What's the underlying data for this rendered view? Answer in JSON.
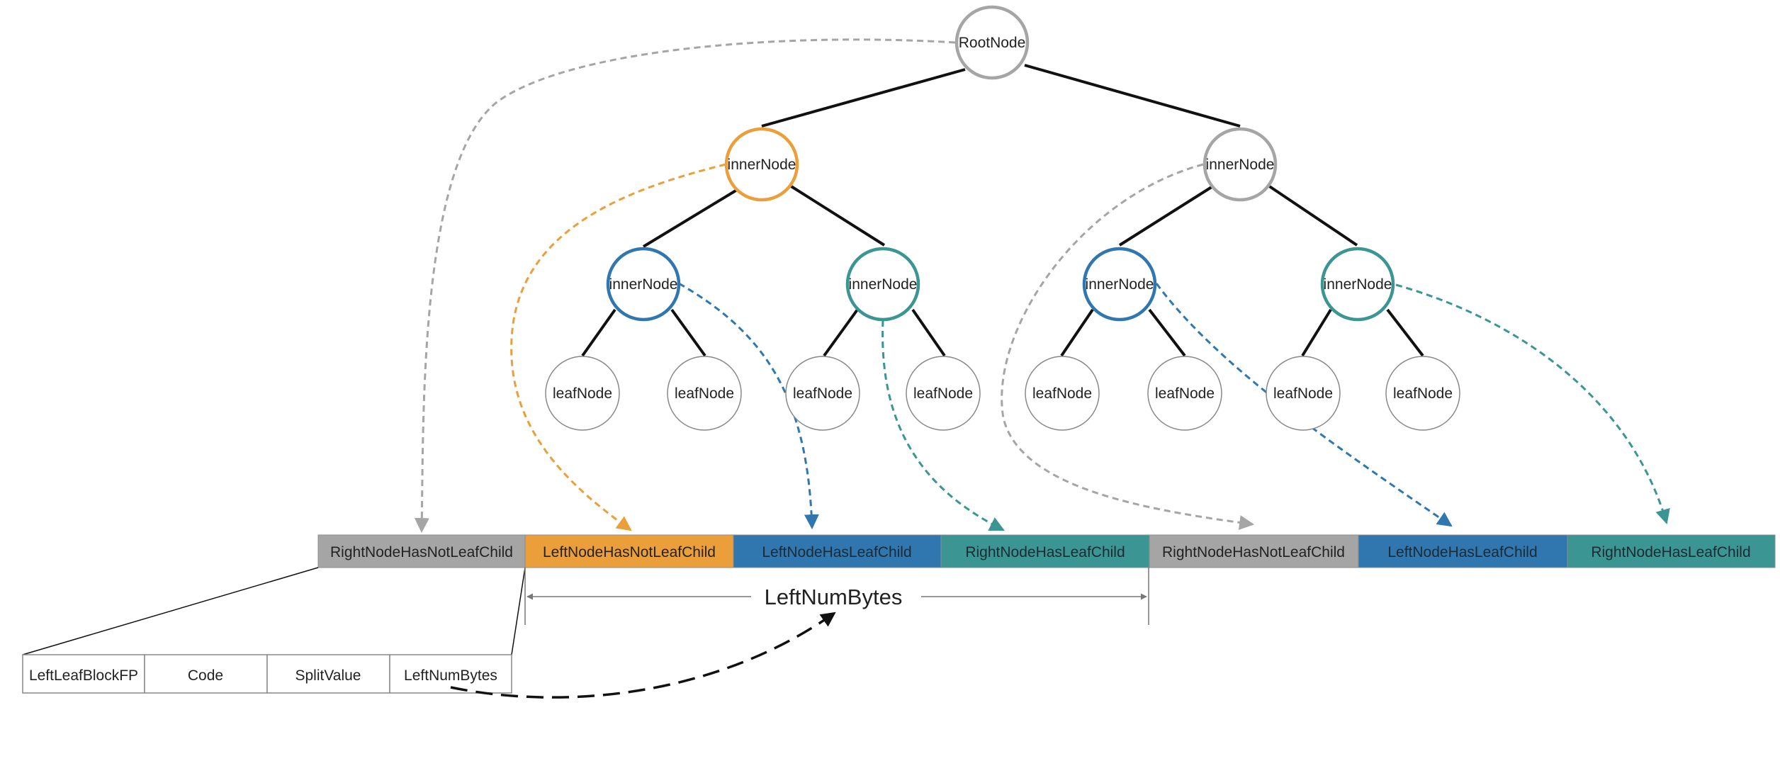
{
  "colors": {
    "orange": "#eb9f3a",
    "blue": "#2f77ae",
    "teal": "#3a9593",
    "gray": "#a5a5a5",
    "black": "#111111",
    "segment_text_dark": "#222222"
  },
  "tree": {
    "root": {
      "label": "RootNode",
      "color": "gray"
    },
    "inner_nodes": [
      {
        "label": "innerNode",
        "color": "orange"
      },
      {
        "label": "innerNode",
        "color": "gray"
      },
      {
        "label": "innerNode",
        "color": "blue"
      },
      {
        "label": "innerNode",
        "color": "teal"
      },
      {
        "label": "innerNode",
        "color": "blue"
      },
      {
        "label": "innerNode",
        "color": "teal"
      }
    ],
    "leaf_nodes": [
      {
        "label": "leafNode"
      },
      {
        "label": "leafNode"
      },
      {
        "label": "leafNode"
      },
      {
        "label": "leafNode"
      },
      {
        "label": "leafNode"
      },
      {
        "label": "leafNode"
      },
      {
        "label": "leafNode"
      },
      {
        "label": "leafNode"
      }
    ]
  },
  "byte_array": [
    {
      "label": "RightNodeHasNotLeafChild",
      "color": "gray"
    },
    {
      "label": "LeftNodeHasNotLeafChild",
      "color": "orange"
    },
    {
      "label": "LeftNodeHasLeafChild",
      "color": "blue"
    },
    {
      "label": "RightNodeHasLeafChild",
      "color": "teal"
    },
    {
      "label": "RightNodeHasNotLeafChild",
      "color": "gray"
    },
    {
      "label": "LeftNodeHasLeafChild",
      "color": "blue"
    },
    {
      "label": "RightNodeHasLeafChild",
      "color": "teal"
    }
  ],
  "header_fields": [
    "LeftLeafBlockFP",
    "Code",
    "SplitValue",
    "LeftNumBytes"
  ],
  "dimension": {
    "label": "LeftNumBytes"
  }
}
